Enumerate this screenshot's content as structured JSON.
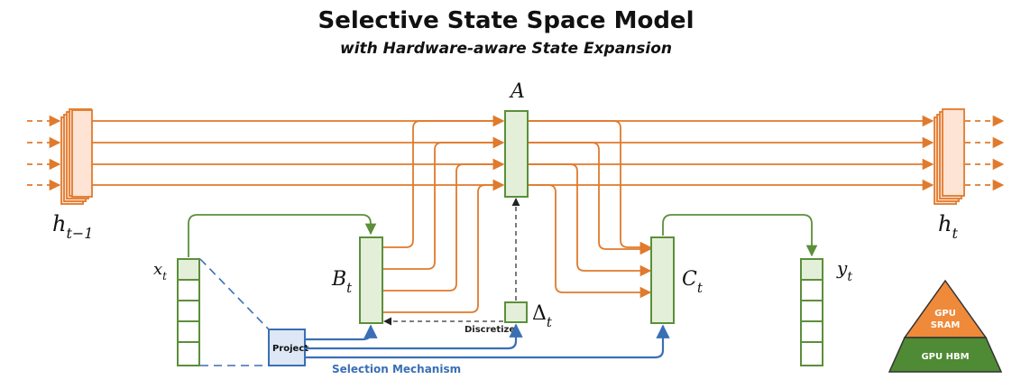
{
  "title": "Selective State Space Model",
  "subtitle": "with Hardware-aware State Expansion",
  "labels": {
    "A": "A",
    "h_prev_base": "h",
    "h_prev_sub": "t−1",
    "h_next_base": "h",
    "h_next_sub": "t",
    "x_base": "x",
    "x_sub": "t",
    "B_base": "B",
    "B_sub": "t",
    "C_base": "C",
    "C_sub": "t",
    "delta_base": "Δ",
    "delta_sub": "t",
    "y_base": "y",
    "y_sub": "t",
    "project": "Project",
    "discretize": "Discretize",
    "selection": "Selection Mechanism"
  },
  "legend": {
    "sram_line1": "GPU",
    "sram_line2": "SRAM",
    "hbm": "GPU HBM"
  },
  "colors": {
    "orange": "#e07a2c",
    "orange_fill": "#fde4d4",
    "green": "#5b8f3a",
    "green_fill": "#e4efda",
    "blue": "#3a6fb5",
    "blue_fill": "#dde7f5",
    "pyramid_top": "#ef8a3a",
    "pyramid_bottom": "#4f8a34"
  }
}
